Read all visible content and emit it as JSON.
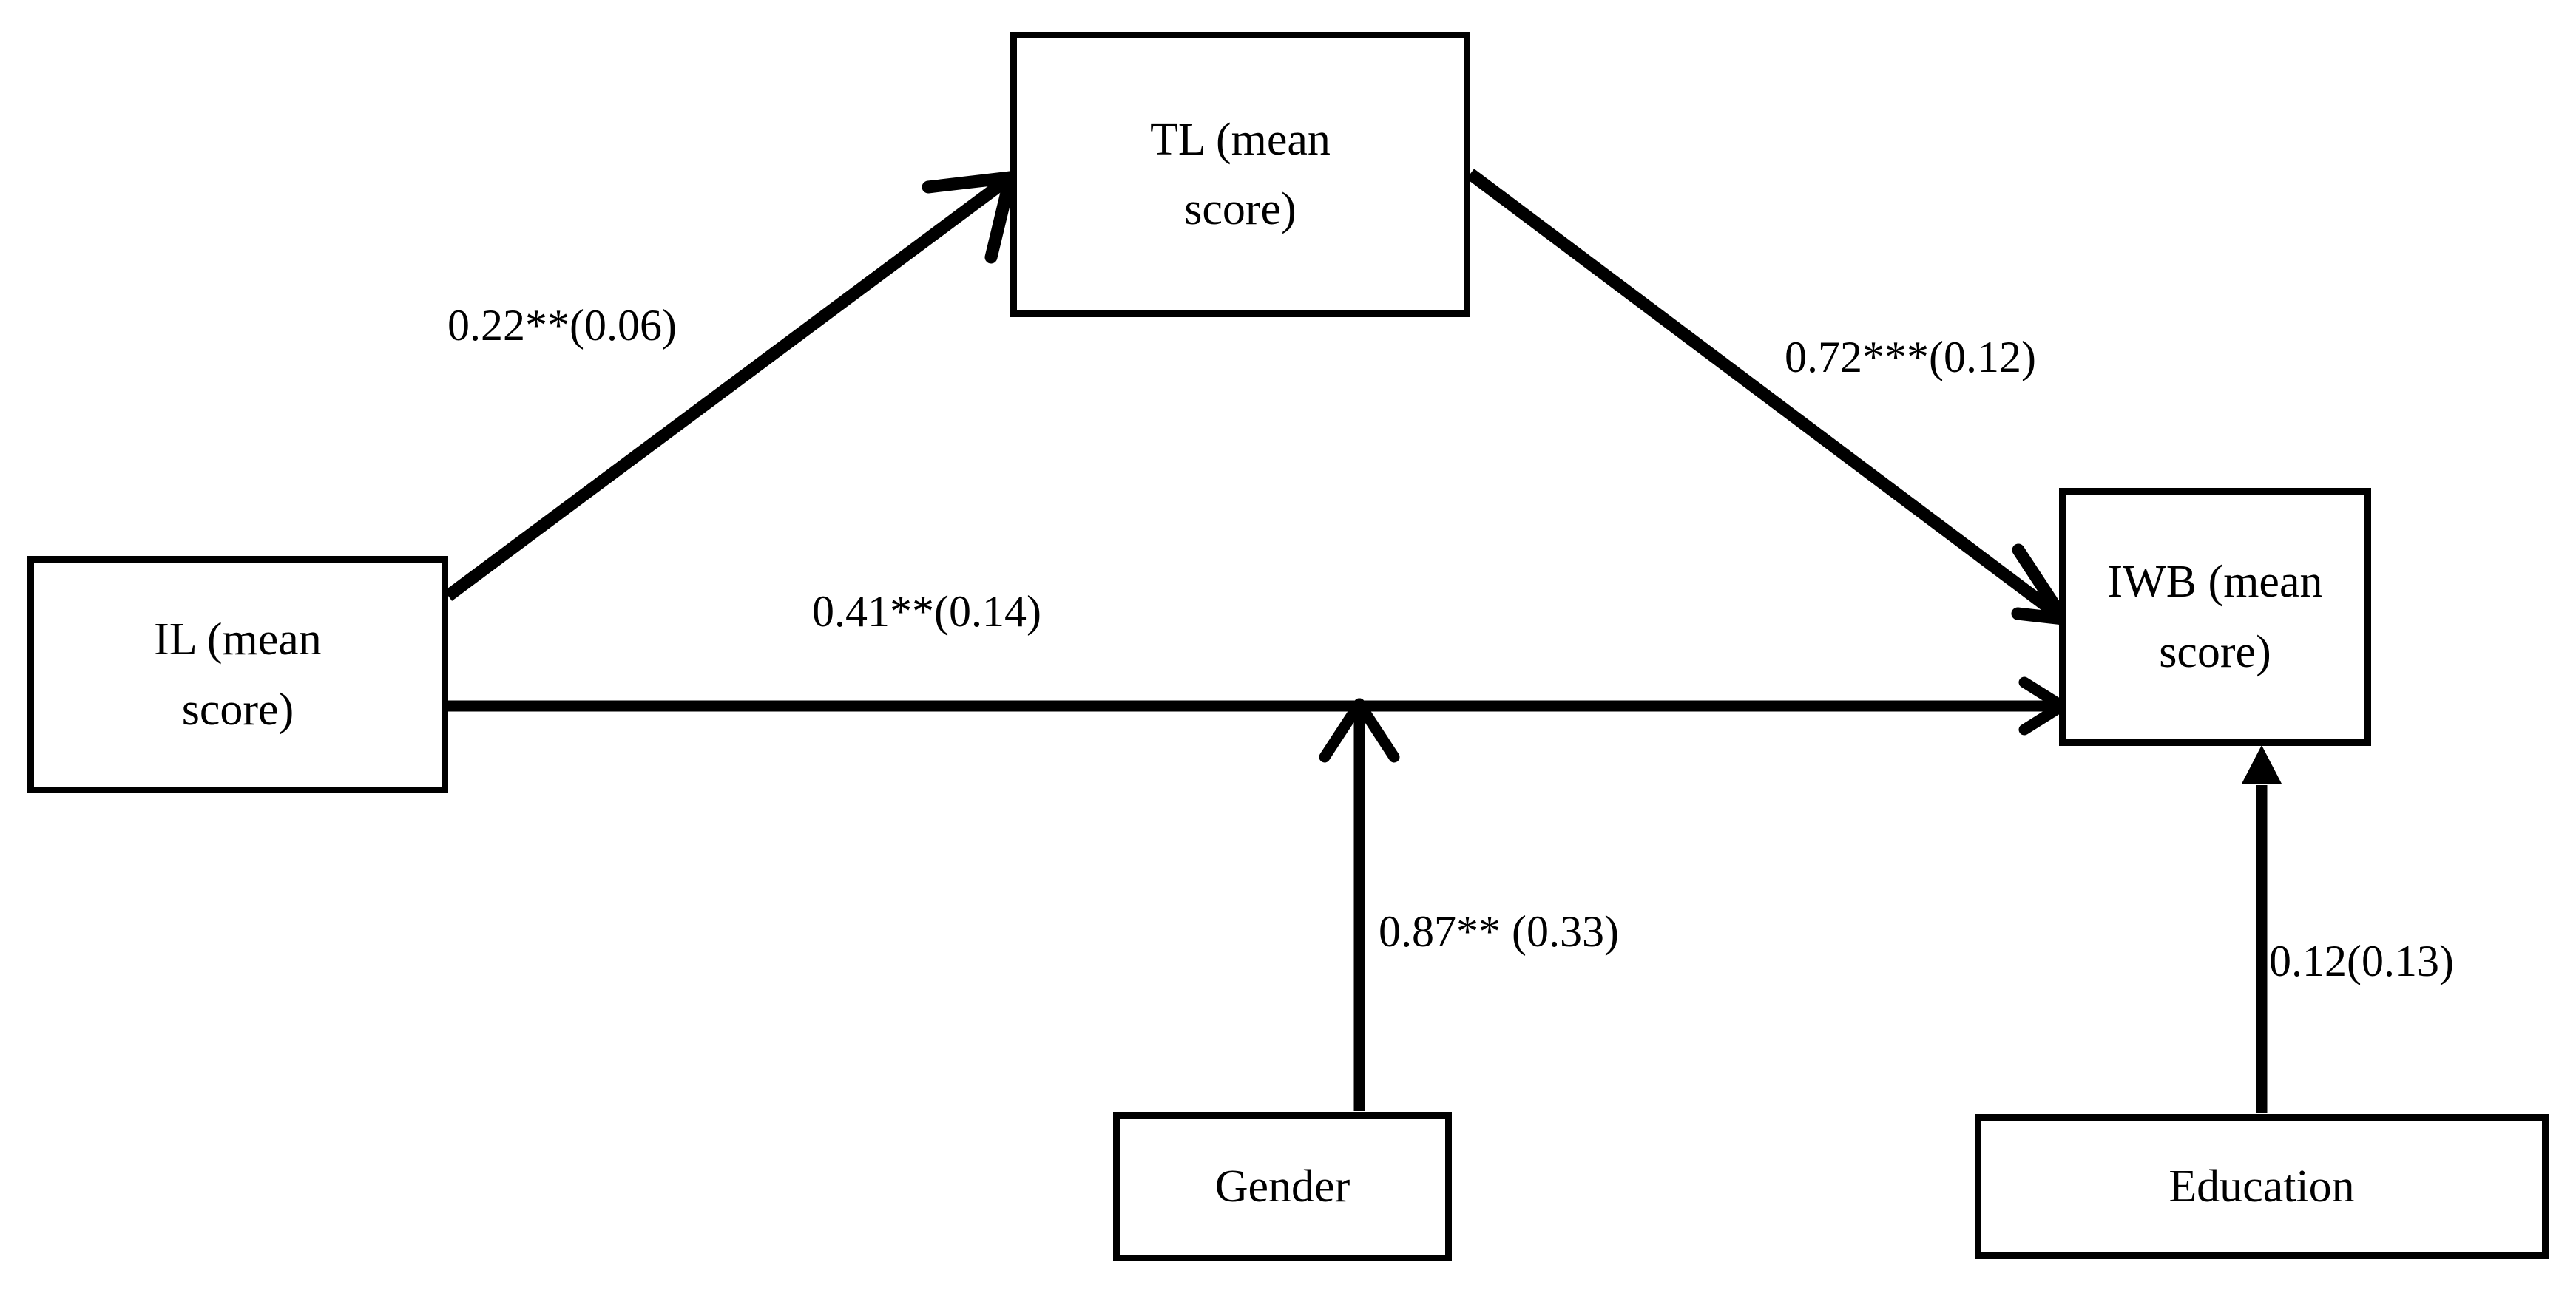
{
  "diagram": {
    "type": "path-analysis-model",
    "background_color": "#ffffff",
    "stroke_color": "#000000",
    "nodes": [
      {
        "id": "tl",
        "name": "TL",
        "line1": "TL (mean",
        "line2": "score)"
      },
      {
        "id": "il",
        "name": "IL",
        "line1": "IL (mean",
        "line2": "score)"
      },
      {
        "id": "iwb",
        "name": "IWB",
        "line1": "IWB (mean",
        "line2": "score)"
      },
      {
        "id": "gender",
        "name": "Gender",
        "line1": "Gender",
        "line2": ""
      },
      {
        "id": "education",
        "name": "Education",
        "line1": "Education",
        "line2": ""
      }
    ],
    "edges": [
      {
        "id": "il-to-tl",
        "from": "il",
        "to": "tl",
        "label": "0.22**(0.06)",
        "coefficient": 0.22,
        "standard_error": 0.06,
        "significance": "**",
        "arrowhead": "open-v"
      },
      {
        "id": "tl-to-iwb",
        "from": "tl",
        "to": "iwb",
        "label": "0.72***(0.12)",
        "coefficient": 0.72,
        "standard_error": 0.12,
        "significance": "***",
        "arrowhead": "open-v"
      },
      {
        "id": "il-to-iwb",
        "from": "il",
        "to": "iwb",
        "label": "0.41**(0.14)",
        "coefficient": 0.41,
        "standard_error": 0.14,
        "significance": "**",
        "arrowhead": "open-v"
      },
      {
        "id": "gender-to-iwb",
        "from": "gender",
        "to": "iwb",
        "label": "0.87** (0.33)",
        "coefficient": 0.87,
        "standard_error": 0.33,
        "significance": "**",
        "arrowhead": "open-v"
      },
      {
        "id": "education-to-iwb",
        "from": "education",
        "to": "iwb",
        "label": "0.12(0.13)",
        "coefficient": 0.12,
        "standard_error": 0.13,
        "significance": "",
        "arrowhead": "filled-triangle"
      }
    ]
  }
}
